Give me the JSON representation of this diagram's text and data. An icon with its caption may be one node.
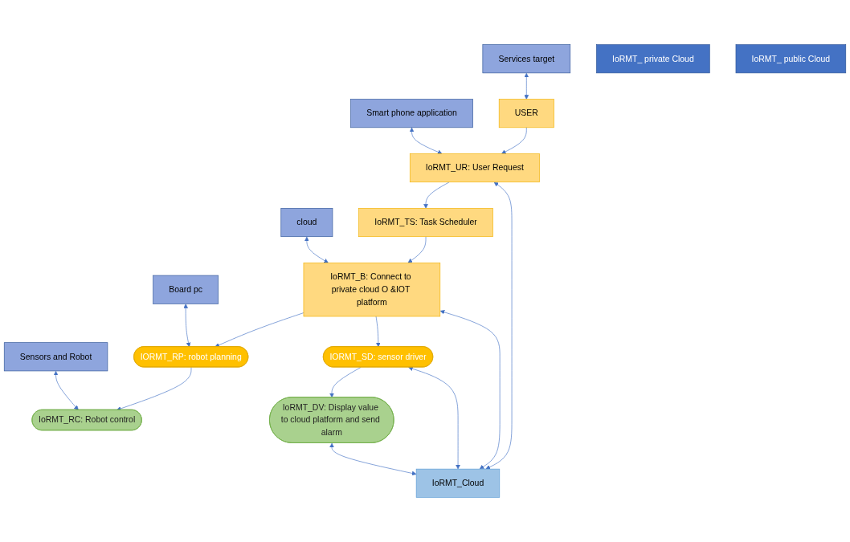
{
  "diagram": {
    "nodes": [
      {
        "text": [
          "Services target"
        ]
      },
      {
        "text": [
          "USER"
        ]
      },
      {
        "text": [
          "Smart phone application"
        ]
      },
      {
        "text": [
          "IoRMT_UR: User Request"
        ]
      },
      {
        "text": [
          "IoRMT_TS: Task Scheduler"
        ]
      },
      {
        "text": [
          "cloud"
        ]
      },
      {
        "text": [
          "IoRMT_B: Connect to private cloud O &IOT platform"
        ]
      },
      {
        "text": [
          "Board pc"
        ]
      },
      {
        "text": [
          "IORMT_RP: robot planning"
        ]
      },
      {
        "text": [
          "IORMT_SD: sensor driver"
        ]
      },
      {
        "text": [
          "Sensors and Robot"
        ]
      },
      {
        "text": [
          "IoRMT_RC: Robot control"
        ]
      },
      {
        "text": [
          "IoRMT_DV: Display value to cloud platform and send alarm"
        ]
      },
      {
        "text": [
          "IoRMT_Cloud"
        ]
      },
      {
        "text": [
          "IoRMT_ private Cloud"
        ]
      },
      {
        "text": [
          "IoRMT_ public Cloud"
        ]
      }
    ],
    "edges": [
      {
        "from": 0,
        "to": 1,
        "arrow": "both"
      },
      {
        "from": 1,
        "to": 3,
        "arrow": "to"
      },
      {
        "from": 2,
        "to": 3,
        "arrow": "both"
      },
      {
        "from": 3,
        "to": 13,
        "arrow": "both"
      },
      {
        "from": 3,
        "to": 4,
        "arrow": "to"
      },
      {
        "from": 4,
        "to": 6,
        "arrow": "to"
      },
      {
        "from": 5,
        "to": 6,
        "arrow": "both"
      },
      {
        "from": 6,
        "to": 13,
        "arrow": "both"
      },
      {
        "from": 6,
        "to": 8,
        "arrow": "to"
      },
      {
        "from": 6,
        "to": 9,
        "arrow": "to"
      },
      {
        "from": 7,
        "to": 8,
        "arrow": "both"
      },
      {
        "from": 9,
        "to": 13,
        "arrow": "both"
      },
      {
        "from": 8,
        "to": 11,
        "arrow": "to"
      },
      {
        "from": 9,
        "to": 12,
        "arrow": "to"
      },
      {
        "from": 10,
        "to": 11,
        "arrow": "both"
      },
      {
        "from": 12,
        "to": 13,
        "arrow": "both"
      }
    ]
  }
}
